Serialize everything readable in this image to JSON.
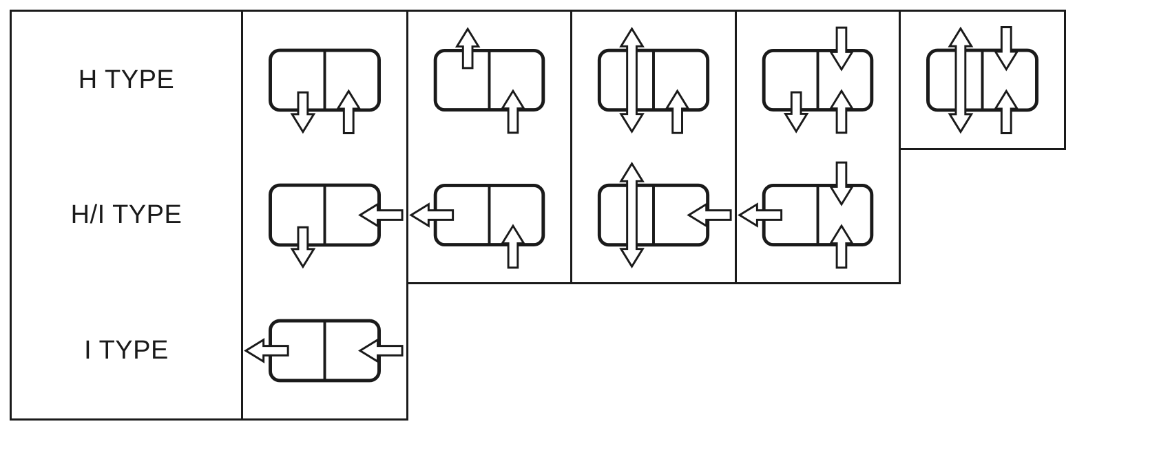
{
  "diagram": {
    "title_absent": true,
    "colors": {
      "line": "#1a1a1a",
      "background": "#ffffff",
      "arrow_fill": "#ffffff"
    },
    "rows": [
      {
        "label": "H TYPE",
        "label_name": "row-label-h-type",
        "cells": [
          {
            "name": "h-type-variant-1",
            "arrows": [
              {
                "icon": "arrow-down-icon",
                "side": "left",
                "edge": "bottom",
                "dir": "down",
                "double": false
              },
              {
                "icon": "arrow-up-icon",
                "side": "right",
                "edge": "bottom",
                "dir": "up",
                "double": false
              }
            ]
          },
          {
            "name": "h-type-variant-2",
            "arrows": [
              {
                "icon": "arrow-up-icon",
                "side": "left",
                "edge": "top",
                "dir": "up",
                "double": false
              },
              {
                "icon": "arrow-up-icon",
                "side": "right",
                "edge": "bottom",
                "dir": "up",
                "double": false
              }
            ]
          },
          {
            "name": "h-type-variant-3",
            "arrows": [
              {
                "icon": "arrow-updown-icon",
                "side": "left",
                "edge": "through",
                "dir": "updown",
                "double": true
              },
              {
                "icon": "arrow-up-icon",
                "side": "right",
                "edge": "bottom",
                "dir": "up",
                "double": false
              }
            ]
          },
          {
            "name": "h-type-variant-4",
            "arrows": [
              {
                "icon": "arrow-down-icon",
                "side": "left",
                "edge": "bottom",
                "dir": "down",
                "double": false
              },
              {
                "icon": "arrow-down-icon",
                "side": "right",
                "edge": "top",
                "dir": "down",
                "double": false
              },
              {
                "icon": "arrow-up-icon",
                "side": "right",
                "edge": "bottom",
                "dir": "up",
                "double": false
              }
            ]
          },
          {
            "name": "h-type-variant-5",
            "arrows": [
              {
                "icon": "arrow-updown-icon",
                "side": "left",
                "edge": "through",
                "dir": "updown",
                "double": true
              },
              {
                "icon": "arrow-down-icon",
                "side": "right",
                "edge": "top",
                "dir": "down",
                "double": false
              },
              {
                "icon": "arrow-up-icon",
                "side": "right",
                "edge": "bottom",
                "dir": "up",
                "double": false
              }
            ]
          }
        ]
      },
      {
        "label": "H/I TYPE",
        "label_name": "row-label-h-i-type",
        "cells": [
          {
            "name": "h-i-type-variant-1",
            "arrows": [
              {
                "icon": "arrow-down-icon",
                "side": "left",
                "edge": "bottom",
                "dir": "down",
                "double": false
              },
              {
                "icon": "arrow-left-icon",
                "side": "right",
                "edge": "right",
                "dir": "left",
                "double": false
              }
            ]
          },
          {
            "name": "h-i-type-variant-2",
            "arrows": [
              {
                "icon": "arrow-left-icon",
                "side": "left",
                "edge": "left",
                "dir": "left",
                "double": false
              },
              {
                "icon": "arrow-up-icon",
                "side": "right",
                "edge": "bottom",
                "dir": "up",
                "double": false
              }
            ]
          },
          {
            "name": "h-i-type-variant-3",
            "arrows": [
              {
                "icon": "arrow-updown-icon",
                "side": "left",
                "edge": "through",
                "dir": "updown",
                "double": true
              },
              {
                "icon": "arrow-left-icon",
                "side": "right",
                "edge": "right",
                "dir": "left",
                "double": false
              }
            ]
          },
          {
            "name": "h-i-type-variant-4",
            "arrows": [
              {
                "icon": "arrow-left-icon",
                "side": "left",
                "edge": "left",
                "dir": "left",
                "double": false
              },
              {
                "icon": "arrow-down-icon",
                "side": "right",
                "edge": "top",
                "dir": "down",
                "double": false
              },
              {
                "icon": "arrow-up-icon",
                "side": "right",
                "edge": "bottom",
                "dir": "up",
                "double": false
              }
            ]
          }
        ]
      },
      {
        "label": "I TYPE",
        "label_name": "row-label-i-type",
        "cells": [
          {
            "name": "i-type-variant-1",
            "arrows": [
              {
                "icon": "arrow-left-icon",
                "side": "left",
                "edge": "left",
                "dir": "left",
                "double": false
              },
              {
                "icon": "arrow-left-icon",
                "side": "right",
                "edge": "right",
                "dir": "left",
                "double": false
              }
            ]
          }
        ]
      }
    ]
  }
}
